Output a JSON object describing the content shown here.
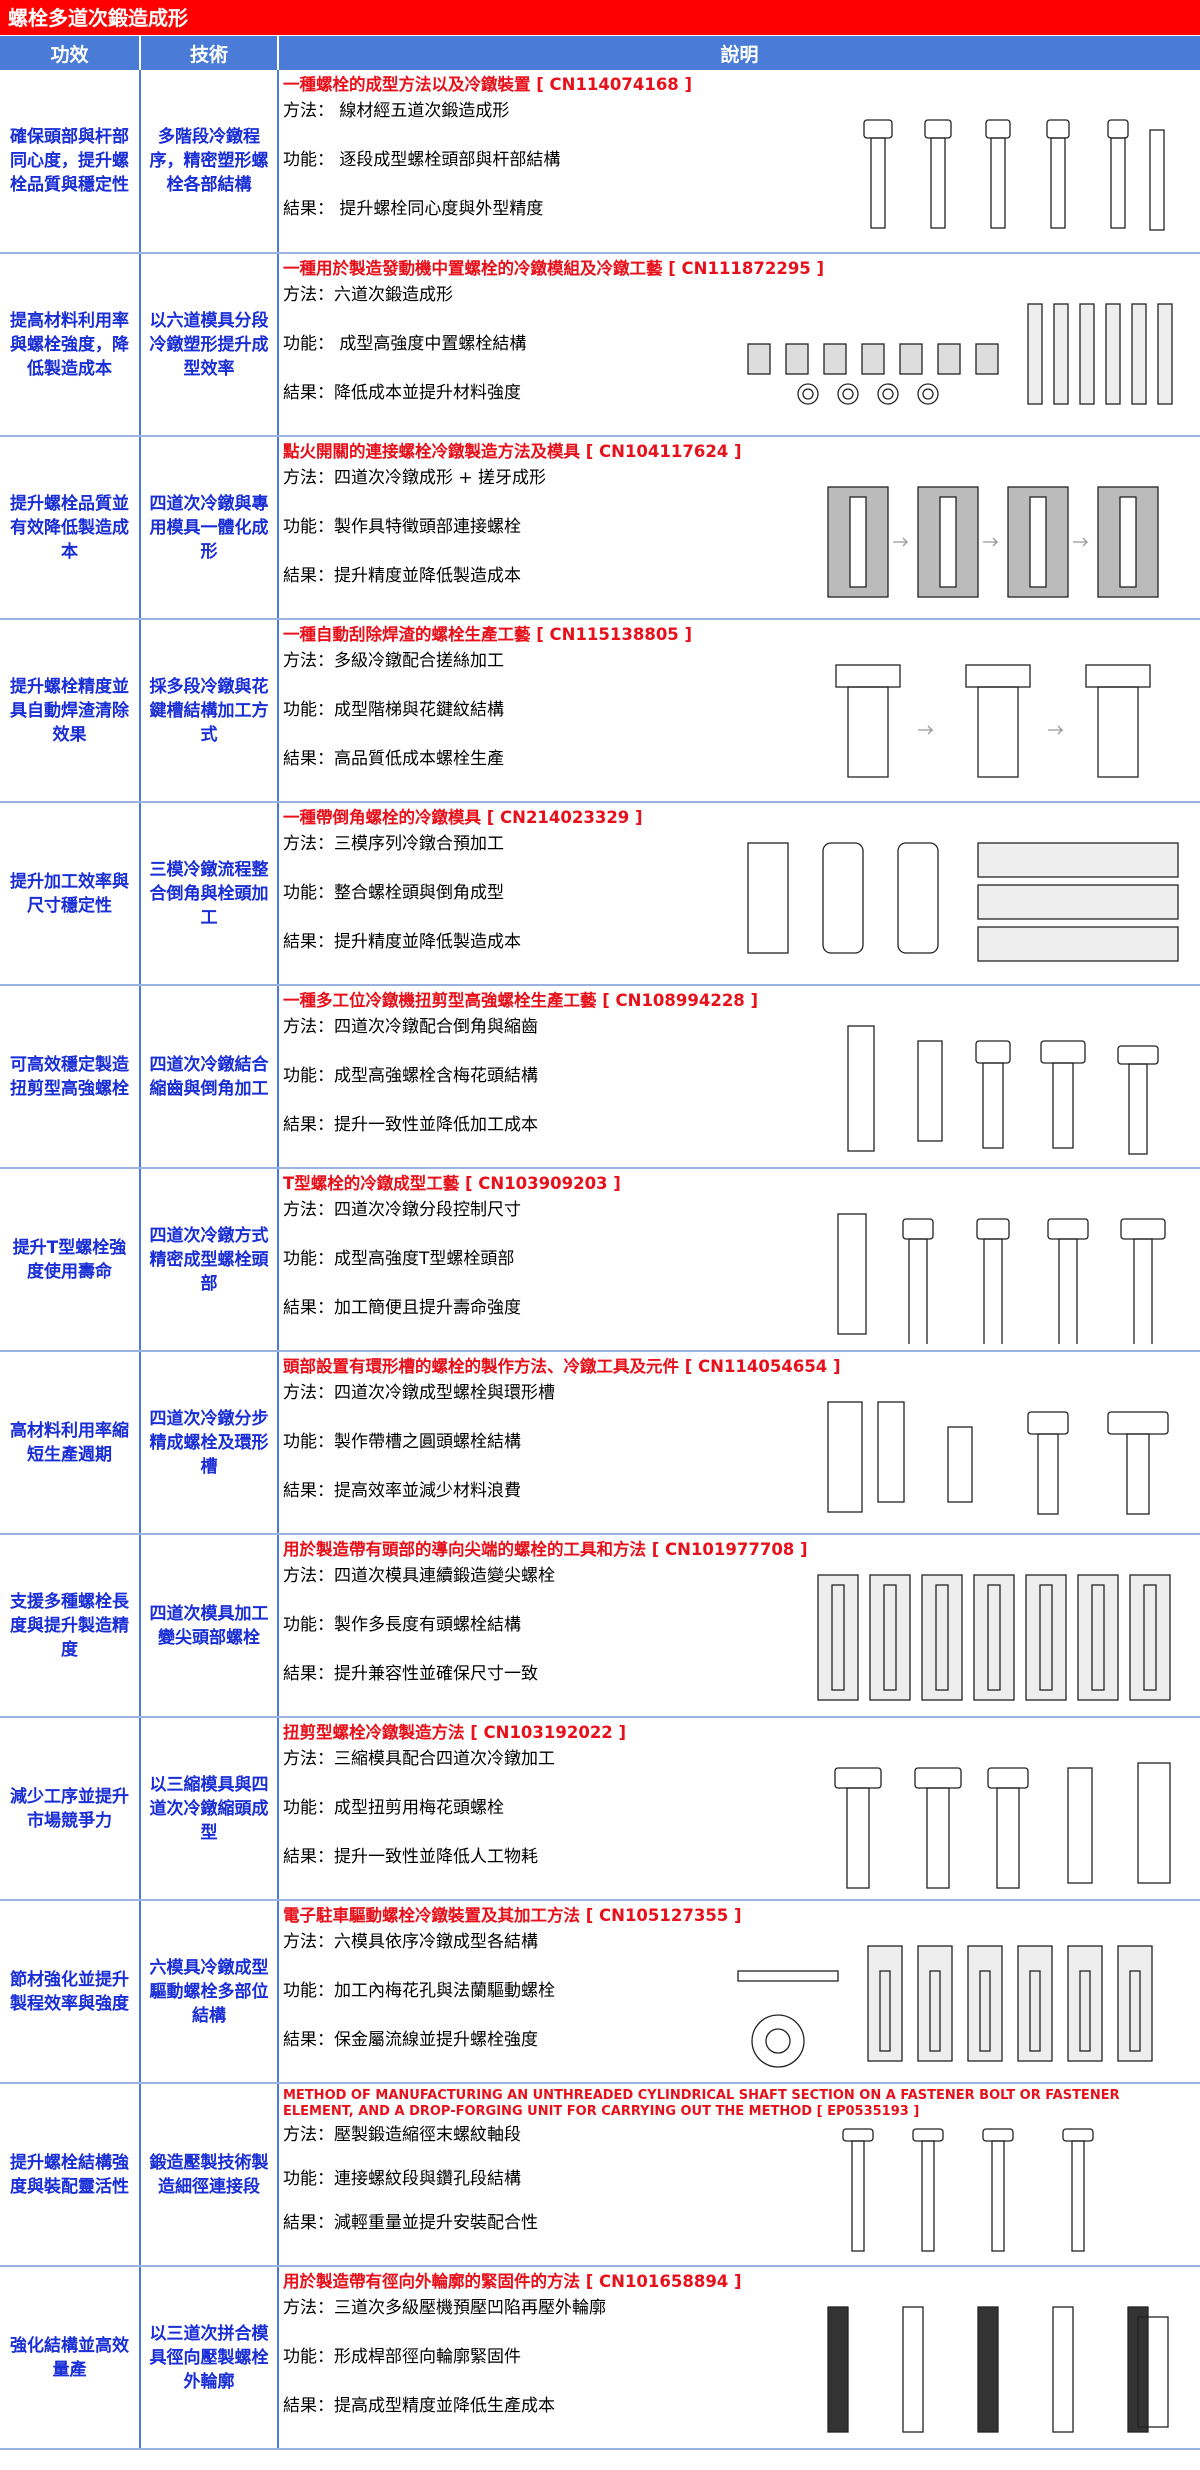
{
  "page_title": "螺栓多道次鍛造成形",
  "headers": {
    "effect": "功效",
    "tech": "技術",
    "desc": "說明"
  },
  "rows": [
    {
      "effect": "確保頭部與杆部同心度，提升螺栓品質與穩定性",
      "tech": "多階段冷鐓程序，精密塑形螺栓各部結構",
      "title": "一種螺栓的成型方法以及冷鐓裝置 [ CN114074168 ]",
      "method": "方法：  線材經五道次鍛造成形",
      "function": "功能：  逐段成型螺栓頭部與杆部結構",
      "result": "結果：  提升螺栓同心度與外型精度"
    },
    {
      "effect": "提高材料利用率與螺栓強度，降低製造成本",
      "tech": "以六道模具分段冷鐓塑形提升成型效率",
      "title": "一種用於製造發動機中置螺栓的冷鐓模組及冷鐓工藝 [ CN111872295 ]",
      "method": "方法：六道次鍛造成形",
      "function": "功能：  成型高強度中置螺栓結構",
      "result": "結果：降低成本並提升材料強度"
    },
    {
      "effect": "提升螺栓品質並有效降低製造成本",
      "tech": "四道次冷鐓與專用模具一體化成形",
      "title": "點火開關的連接螺栓冷鐓製造方法及模具 [ CN104117624 ]",
      "method": "方法：四道次冷鐓成形 + 搓牙成形",
      "function": "功能：製作具特徵頭部連接螺栓",
      "result": "結果：提升精度並降低製造成本"
    },
    {
      "effect": "提升螺栓精度並具自動焊渣清除效果",
      "tech": "採多段冷鐓與花鍵槽結構加工方式",
      "title": "一種自動刮除焊渣的螺栓生產工藝 [ CN115138805 ]",
      "method": "方法：多級冷鐓配合搓絲加工",
      "function": "功能：成型階梯與花鍵紋結構",
      "result": "結果：高品質低成本螺栓生產"
    },
    {
      "effect": "提升加工效率與尺寸穩定性",
      "tech": "三模冷鐓流程整合倒角與栓頭加工",
      "title": "一種帶倒角螺栓的冷鐓模具 [ CN214023329 ]",
      "method": "方法：三模序列冷鐓合預加工",
      "function": "功能：整合螺栓頭與倒角成型",
      "result": "結果：提升精度並降低製造成本"
    },
    {
      "effect": "可高效穩定製造扭剪型高強螺栓",
      "tech": "四道次冷鐓結合縮齒與倒角加工",
      "title": "一種多工位冷鐓機扭剪型高強螺栓生產工藝 [ CN108994228 ]",
      "method": "方法：四道次冷鐓配合倒角與縮齒",
      "function": "功能：成型高強螺栓含梅花頭結構",
      "result": "結果：提升一致性並降低加工成本"
    },
    {
      "effect": "提升T型螺栓強度使用壽命",
      "tech": "四道次冷鐓方式精密成型螺栓頭部",
      "title": "T型螺栓的冷鐓成型工藝 [ CN103909203 ]",
      "method": "方法：四道次冷鐓分段控制尺寸",
      "function": "功能：成型高強度T型螺栓頭部",
      "result": "結果：加工簡便且提升壽命強度"
    },
    {
      "effect": "高材料利用率縮短生產週期",
      "tech": "四道次冷鐓分步精成螺栓及環形槽",
      "title": "頭部設置有環形槽的螺栓的製作方法、冷鐓工具及元件 [ CN114054654 ]",
      "method": "方法：四道次冷鐓成型螺栓與環形槽",
      "function": "功能：製作帶槽之圓頭螺栓結構",
      "result": "結果：提高效率並減少材料浪費"
    },
    {
      "effect": "支援多種螺栓長度與提升製造精度",
      "tech": "四道次模具加工變尖頭部螺栓",
      "title": "用於製造帶有頭部的導向尖端的螺栓的工具和方法 [ CN101977708 ]",
      "method": "方法：四道次模具連續鍛造變尖螺栓",
      "function": "功能：製作多長度有頭螺栓結構",
      "result": "結果：提升兼容性並確保尺寸一致"
    },
    {
      "effect": "減少工序並提升市場競爭力",
      "tech": "以三縮模具與四道次冷鐓縮頭成型",
      "title": "扭剪型螺栓冷鐓製造方法 [ CN103192022 ]",
      "method": "方法：三縮模具配合四道次冷鐓加工",
      "function": "功能：成型扭剪用梅花頭螺栓",
      "result": "結果：提升一致性並降低人工物耗"
    },
    {
      "effect": "節材強化並提升製程效率與強度",
      "tech": "六模具冷鐓成型驅動螺栓多部位結構",
      "title": "電子駐車驅動螺栓冷鐓裝置及其加工方法 [ CN105127355 ]",
      "method": "方法：六模具依序冷鐓成型各結構",
      "function": "功能：加工內梅花孔與法蘭驅動螺栓",
      "result": "結果：保金屬流線並提升螺栓強度"
    },
    {
      "effect": "提升螺栓結構強度與裝配靈活性",
      "tech": "鍛造壓製技術製造細徑連接段",
      "title": "METHOD OF MANUFACTURING AN UNTHREADED CYLINDRICAL SHAFT SECTION ON A FASTENER BOLT OR FASTENER ELEMENT, AND A DROP-FORGING UNIT FOR CARRYING OUT THE METHOD [ EP0535193 ]",
      "method": "方法：壓製鍛造縮徑末螺紋軸段",
      "function": "功能：連接螺紋段與鑽孔段結構",
      "result": "結果：減輕重量並提升安裝配合性"
    },
    {
      "effect": "強化結構並高效量產",
      "tech": "以三道次拼合模具徑向壓製螺栓外輪廓",
      "title": "用於製造帶有徑向外輪廓的緊固件的方法 [ CN101658894 ]",
      "method": "方法：三道次多級壓機預壓凹陷再壓外輪廓",
      "function": "功能：形成桿部徑向輪廓緊固件",
      "result": "結果：提高成型精度並降低生產成本"
    }
  ],
  "colors": {
    "title_bg": "#ff0000",
    "header_bg": "#4a7bd6",
    "label_blue": "#1a2ed6",
    "patent_red": "#e8101a"
  }
}
